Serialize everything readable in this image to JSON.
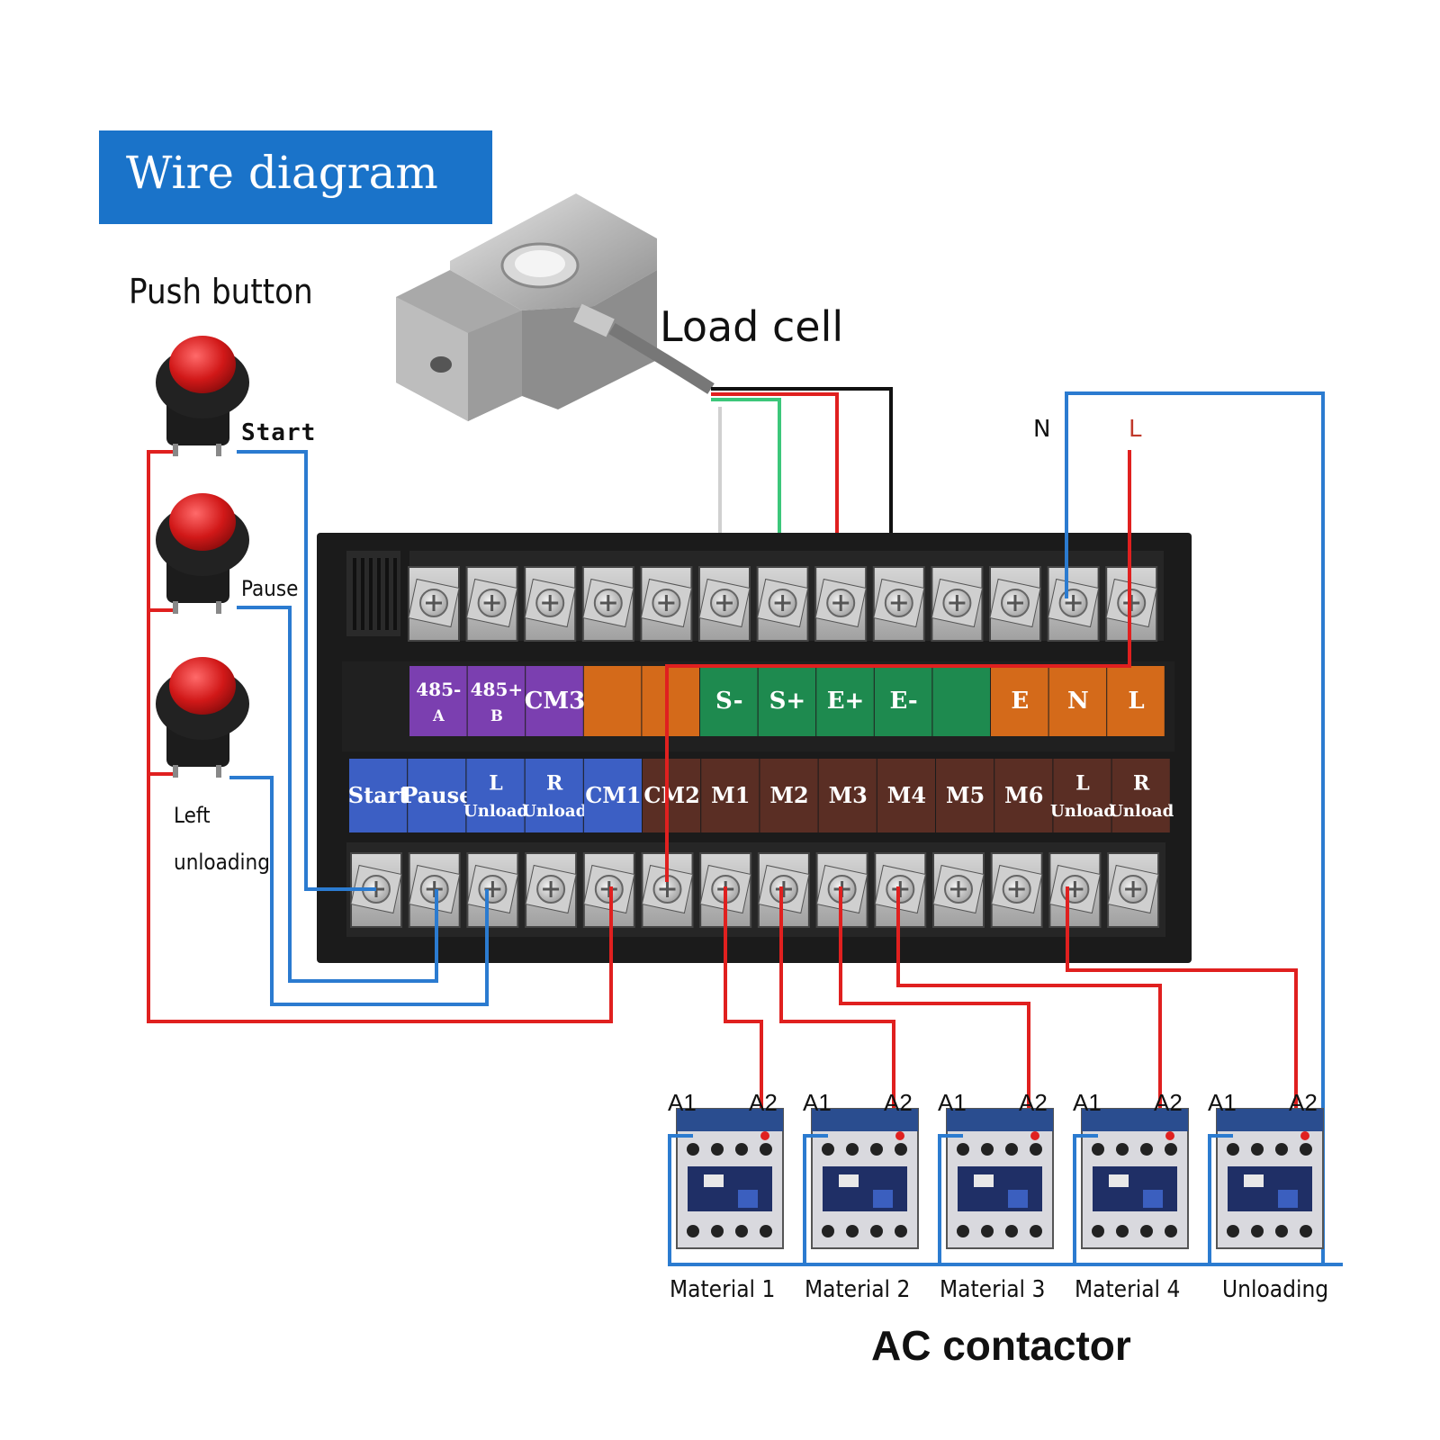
{
  "title": "Wire diagram",
  "labels": {
    "push_button": "Push button",
    "load_cell": "Load cell",
    "start": "Start",
    "pause": "Pause",
    "left_unloading": "Left\nunloading",
    "n": "N",
    "l": "L",
    "ac_contactor": "AC contactor"
  },
  "top_terminal_labels": [
    {
      "line1": "485-",
      "line2": "A",
      "color": "#7b3fb0"
    },
    {
      "line1": "485+",
      "line2": "B",
      "color": "#7b3fb0"
    },
    {
      "line1": "CM3",
      "line2": "",
      "color": "#7b3fb0"
    },
    {
      "line1": "",
      "line2": "",
      "color": "#d46a1a"
    },
    {
      "line1": "",
      "line2": "",
      "color": "#d46a1a"
    },
    {
      "line1": "S-",
      "line2": "",
      "color": "#1e8a4f"
    },
    {
      "line1": "S+",
      "line2": "",
      "color": "#1e8a4f"
    },
    {
      "line1": "E+",
      "line2": "",
      "color": "#1e8a4f"
    },
    {
      "line1": "E-",
      "line2": "",
      "color": "#1e8a4f"
    },
    {
      "line1": "",
      "line2": "",
      "color": "#1e8a4f"
    },
    {
      "line1": "E",
      "line2": "",
      "color": "#d46a1a"
    },
    {
      "line1": "N",
      "line2": "",
      "color": "#d46a1a"
    },
    {
      "line1": "L",
      "line2": "",
      "color": "#d46a1a"
    }
  ],
  "bottom_terminal_labels": [
    {
      "line1": "Start",
      "line2": "",
      "color": "#3c5fc4"
    },
    {
      "line1": "Pause",
      "line2": "",
      "color": "#3c5fc4"
    },
    {
      "line1": "L",
      "line2": "Unload",
      "color": "#3c5fc4"
    },
    {
      "line1": "R",
      "line2": "Unload",
      "color": "#3c5fc4"
    },
    {
      "line1": "CM1",
      "line2": "",
      "color": "#3c5fc4"
    },
    {
      "line1": "CM2",
      "line2": "",
      "color": "#5a2e24"
    },
    {
      "line1": "M1",
      "line2": "",
      "color": "#5a2e24"
    },
    {
      "line1": "M2",
      "line2": "",
      "color": "#5a2e24"
    },
    {
      "line1": "M3",
      "line2": "",
      "color": "#5a2e24"
    },
    {
      "line1": "M4",
      "line2": "",
      "color": "#5a2e24"
    },
    {
      "line1": "M5",
      "line2": "",
      "color": "#5a2e24"
    },
    {
      "line1": "M6",
      "line2": "",
      "color": "#5a2e24"
    },
    {
      "line1": "L",
      "line2": "Unload",
      "color": "#5a2e24"
    },
    {
      "line1": "R",
      "line2": "Unload",
      "color": "#5a2e24"
    }
  ],
  "contactors": [
    {
      "a1": "A1",
      "a2": "A2",
      "caption": "Material 1"
    },
    {
      "a1": "A1",
      "a2": "A2",
      "caption": "Material 2"
    },
    {
      "a1": "A1",
      "a2": "A2",
      "caption": "Material 3"
    },
    {
      "a1": "A1",
      "a2": "A2",
      "caption": "Material 4"
    },
    {
      "a1": "A1",
      "a2": "A2",
      "caption": "Unloading"
    }
  ],
  "colors": {
    "wire_red": "#e0201f",
    "wire_blue": "#2b7bd0",
    "wire_green": "#3cc77a",
    "wire_black": "#111111",
    "wire_white": "#cfcfcf",
    "banner": "#1a73c9",
    "housing": "#1b1b1b"
  },
  "icons": [
    "push-button-icon",
    "load-cell-icon",
    "terminal-screw-icon",
    "ac-contactor-icon"
  ]
}
